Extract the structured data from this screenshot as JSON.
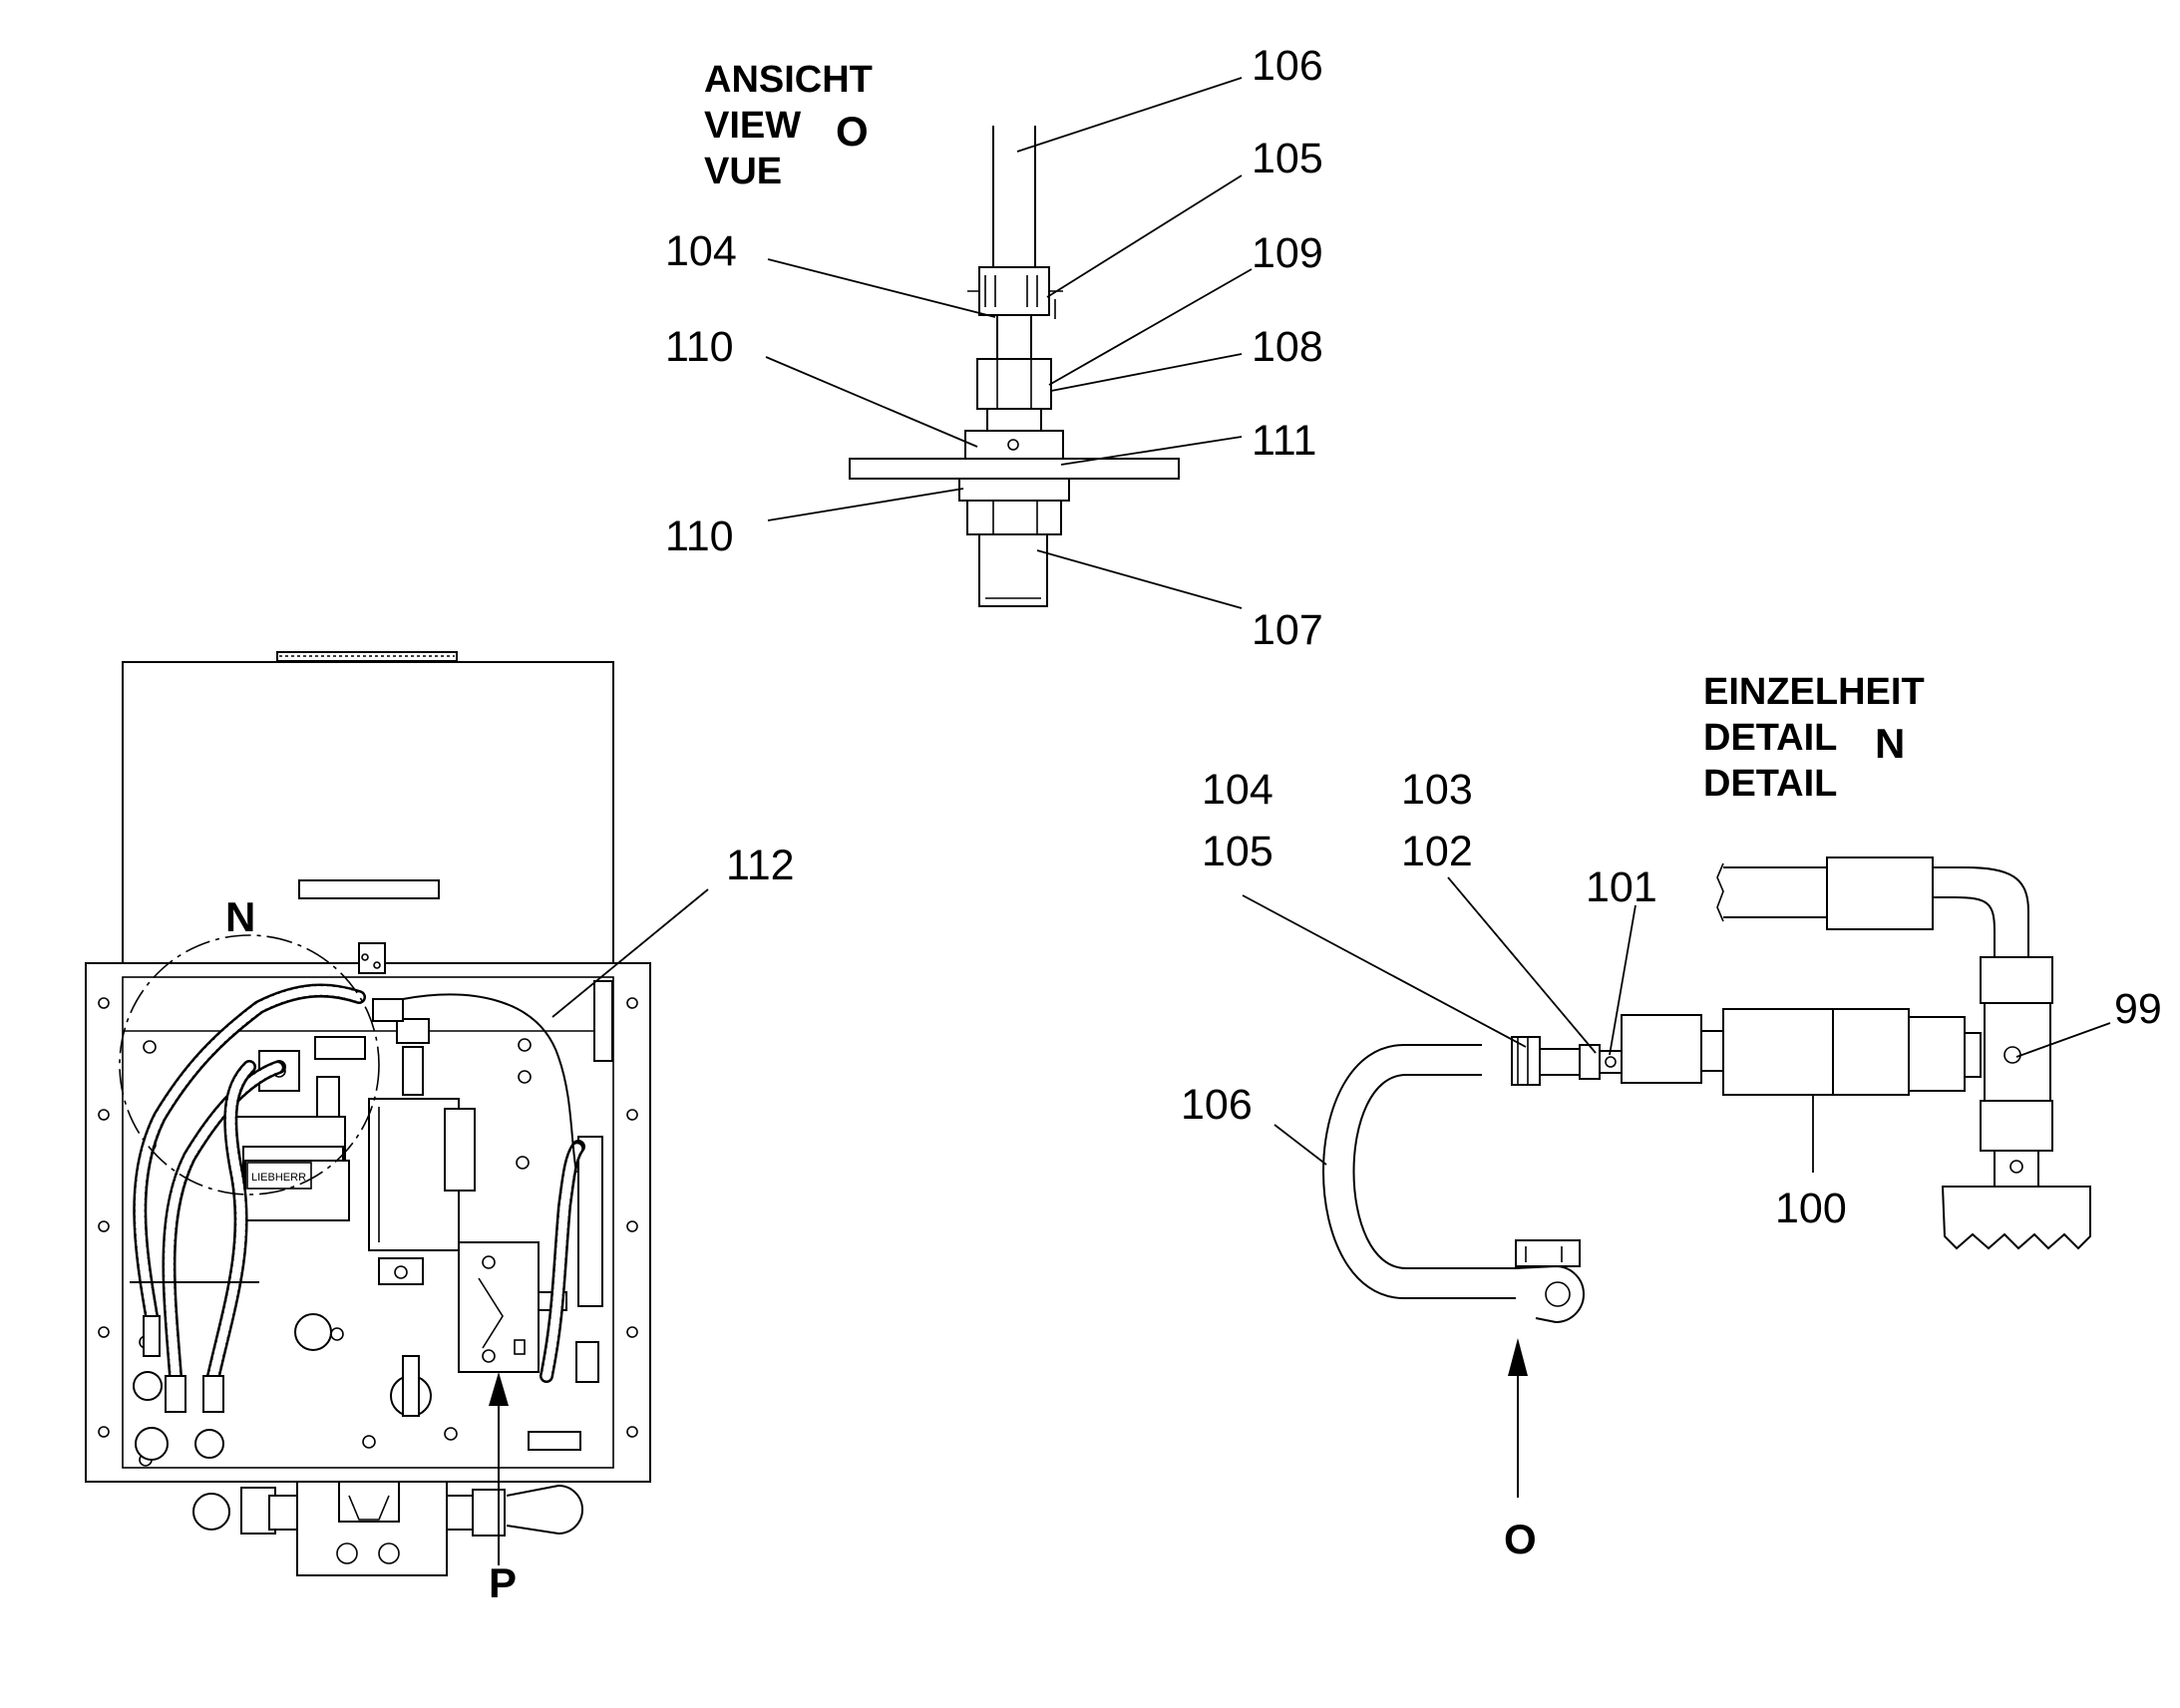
{
  "view_o": {
    "heading": [
      "ANSICHT",
      "VIEW",
      "VUE"
    ],
    "letter": "O",
    "callouts": [
      "106",
      "105",
      "104",
      "109",
      "110",
      "108",
      "111",
      "110",
      "107"
    ]
  },
  "detail_n": {
    "heading": [
      "EINZELHEIT",
      "DETAIL",
      "DETAIL"
    ],
    "letter": "N",
    "callouts": [
      "104",
      "103",
      "105",
      "102",
      "101",
      "99",
      "106",
      "100"
    ],
    "arrow_label": "O"
  },
  "main_view": {
    "callouts": [
      "112",
      "N"
    ],
    "arrow_label": "P",
    "nameplate": "LIEBHERR"
  }
}
